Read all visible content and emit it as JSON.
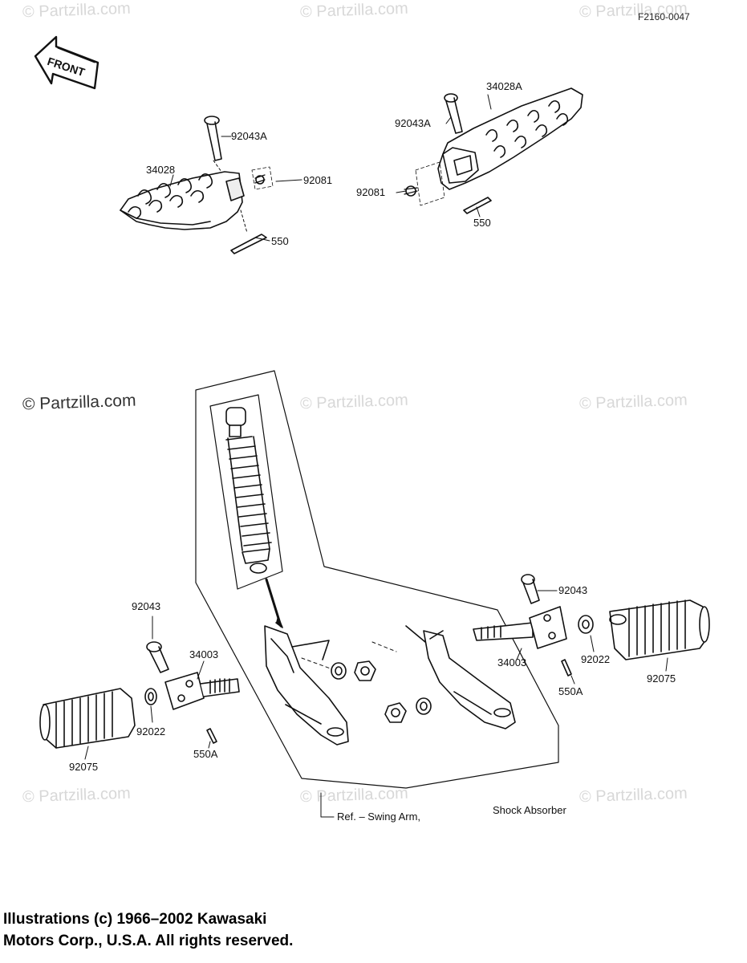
{
  "watermarks": {
    "text": "© Partzilla.com",
    "main": "© Partzilla.com"
  },
  "diagram_code": "F2160-0047",
  "front_arrow": "FRONT",
  "labels": {
    "l_92043A_left": "92043A",
    "l_34028": "34028",
    "l_92081_left": "92081",
    "l_550_left": "550",
    "l_34028A": "34028A",
    "l_92043A_right": "92043A",
    "l_92081_right": "92081",
    "l_550_right": "550",
    "l_92043_left": "92043",
    "l_34003_left": "34003",
    "l_92022_left": "92022",
    "l_550A_left": "550A",
    "l_92075_left": "92075",
    "l_92043_right": "92043",
    "l_34003_right": "34003",
    "l_92022_right": "92022",
    "l_550A_right": "550A",
    "l_92075_right": "92075"
  },
  "reference": {
    "swing_arm": "Ref. – Swing Arm,",
    "shock_absorber": "Shock Absorber"
  },
  "copyright": {
    "line1": "Illustrations (c) 1966–2002 Kawasaki",
    "line2": "Motors Corp., U.S.A.  All rights reserved."
  }
}
